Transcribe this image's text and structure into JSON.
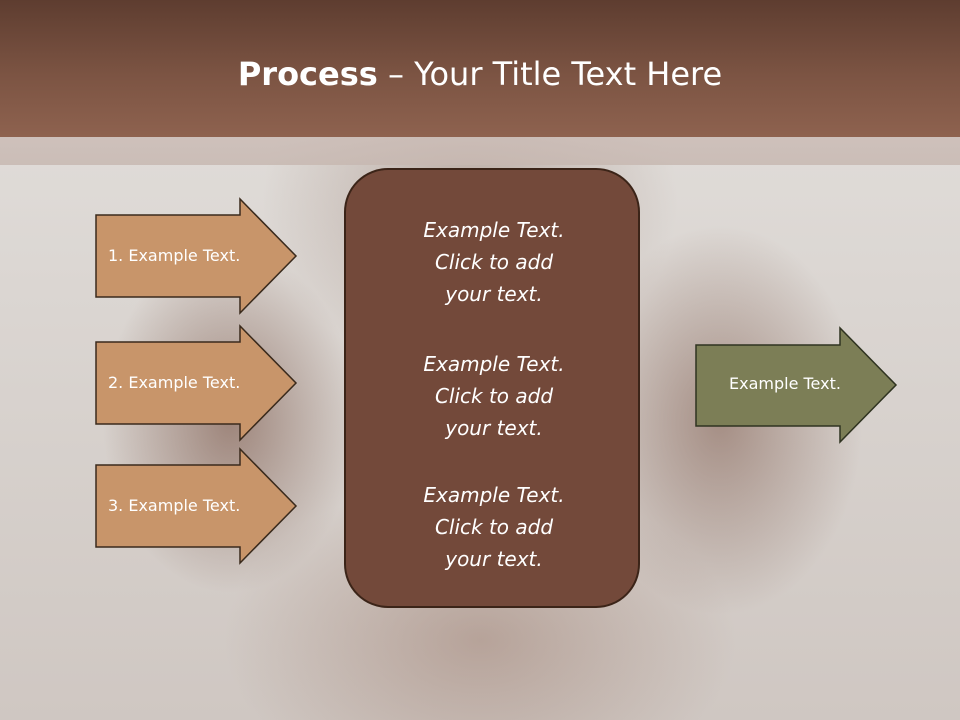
{
  "slide": {
    "title_bold": "Process",
    "title_rest": " – Your Title Text Here"
  },
  "inputs": [
    {
      "label": "1. Example Text."
    },
    {
      "label": "2. Example Text."
    },
    {
      "label": "3. Example Text."
    }
  ],
  "center": {
    "items": [
      {
        "line1": "Example Text.",
        "line2": "Click  to add",
        "line3": "your text."
      },
      {
        "line1": "Example Text.",
        "line2": "Click  to add",
        "line3": "your text."
      },
      {
        "line1": "Example Text.",
        "line2": "Click  to add",
        "line3": "your text."
      }
    ]
  },
  "output": {
    "label": "Example Text."
  },
  "colors": {
    "header": "#7c5443",
    "input_arrow": "#c8956a",
    "center_box": "#73493a",
    "output_arrow": "#7c7e56"
  }
}
